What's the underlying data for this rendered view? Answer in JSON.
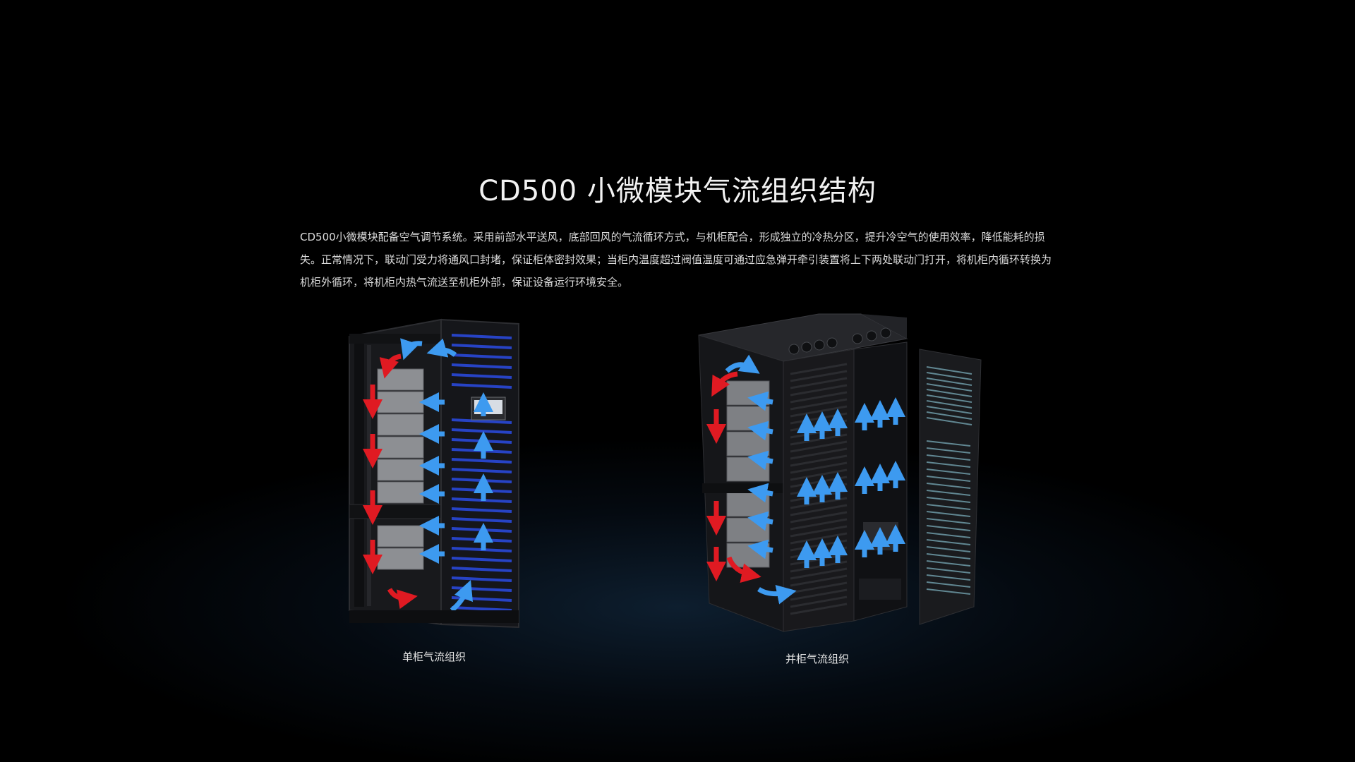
{
  "page": {
    "title": "CD500 小微模块气流组织结构",
    "description": "CD500小微模块配备空气调节系统。采用前部水平送风，底部回风的气流循环方式，与机柜配合，形成独立的冷热分区，提升冷空气的使用效率，降低能耗的损失。正常情况下，联动门受力将通风口封堵，保证柜体密封效果；当柜内温度超过阀值温度可通过应急弹开牵引装置将上下两处联动门打开，将机柜内循环转换为机柜外循环，将机柜内热气流送至机柜外部，保证设备运行环境安全。"
  },
  "figures": [
    {
      "caption": "单柜气流组织",
      "icon": "single-cabinet-airflow-image"
    },
    {
      "caption": "并柜气流组织",
      "icon": "double-cabinet-airflow-image"
    }
  ],
  "colors": {
    "background": "#000000",
    "hot_air": "#e01a22",
    "cold_air": "#2a86e0",
    "cabinet_body": "#1c1d20",
    "text": "#f2f2f2"
  }
}
